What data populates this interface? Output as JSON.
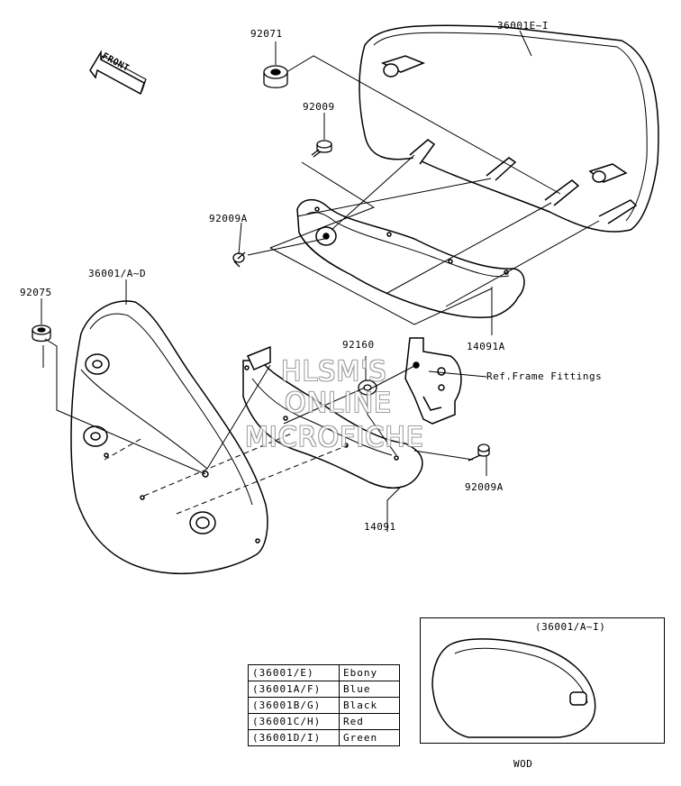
{
  "front_arrow_text": "FRONT",
  "watermark": [
    "HLSM'S",
    "ONLINE",
    "MICROFICHE"
  ],
  "parts": [
    {
      "id": "part-92071",
      "label": "92071"
    },
    {
      "id": "part-36001E-I",
      "label": "36001E~I"
    },
    {
      "id": "part-92009",
      "label": "92009"
    },
    {
      "id": "part-92009A-top",
      "label": "92009A"
    },
    {
      "id": "part-36001-A-D",
      "label": "36001/A~D"
    },
    {
      "id": "part-92075",
      "label": "92075"
    },
    {
      "id": "part-14091A",
      "label": "14091A"
    },
    {
      "id": "part-92160",
      "label": "92160"
    },
    {
      "id": "ref-frame-fittings",
      "label": "Ref.Frame Fittings"
    },
    {
      "id": "part-92009A-bottom",
      "label": "92009A"
    },
    {
      "id": "part-14091",
      "label": "14091"
    }
  ],
  "color_table": [
    {
      "code": "(36001/E)",
      "color": "Ebony"
    },
    {
      "code": "(36001A/F)",
      "color": "Blue"
    },
    {
      "code": "(36001B/G)",
      "color": "Black"
    },
    {
      "code": "(36001C/H)",
      "color": "Red"
    },
    {
      "code": "(36001D/I)",
      "color": "Green"
    }
  ],
  "inset": {
    "label": "(36001/A~I)",
    "caption": "WOD"
  }
}
